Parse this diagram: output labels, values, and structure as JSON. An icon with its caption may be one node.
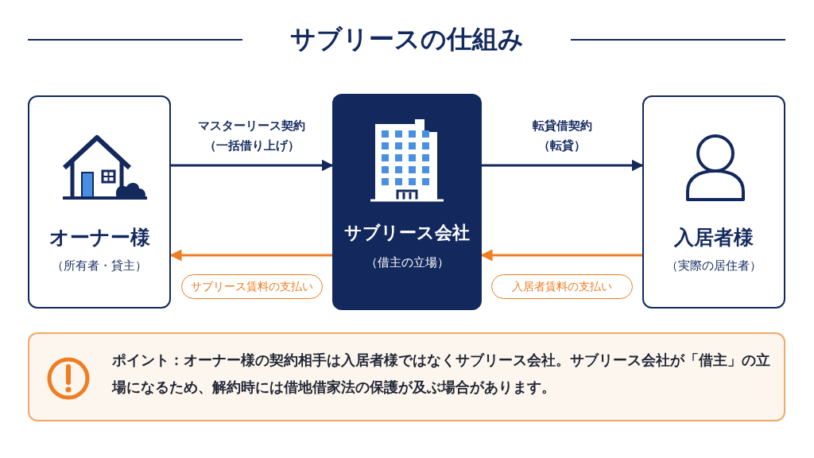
{
  "diagram": {
    "title": "サブリースの仕組み",
    "nodes": [
      {
        "text": [
          "オーナー様",
          "（所有者・貸主）"
        ]
      },
      {
        "text": [
          "サブリース会社",
          "（借主の立場）"
        ]
      },
      {
        "text": [
          "入居者様",
          "（実際の居住者）"
        ]
      },
      {
        "text": [
          "ポイント：オーナー様の契約相手は入居者様ではなくサブリース会社。サブリース会社が「借主」の立場になるため、解約時には借地借家法の保護が及ぶ場合があります。"
        ]
      }
    ],
    "edges": [
      {
        "from": 0,
        "to": 1,
        "arrow": "to",
        "label": "マスターリース契約（一括借り上げ）"
      },
      {
        "from": 1,
        "to": 2,
        "arrow": "to",
        "label": "転貸借契約（転貸）"
      },
      {
        "from": 1,
        "to": 0,
        "arrow": "to",
        "label": "サブリース賃料の支払い",
        "color": "#ef7d22"
      },
      {
        "from": 2,
        "to": 1,
        "arrow": "to",
        "label": "入居者賃料の支払い",
        "color": "#ef7d22"
      }
    ]
  }
}
